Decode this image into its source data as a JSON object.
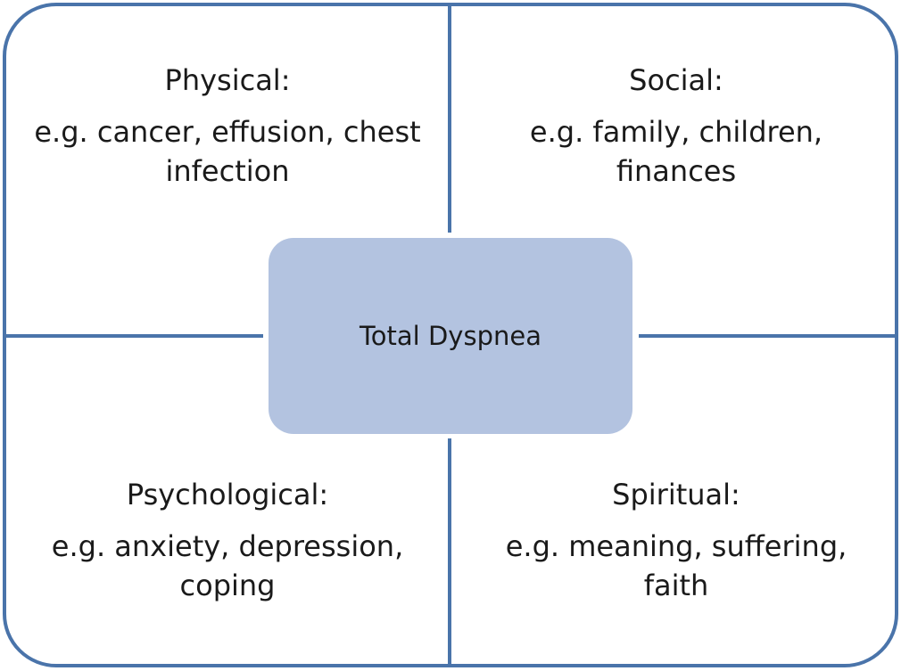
{
  "center": {
    "label": "Total Dyspnea"
  },
  "quadrants": {
    "physical": {
      "title": "Physical:",
      "examples": "e.g. cancer, effusion, chest infection"
    },
    "social": {
      "title": "Social:",
      "examples": "e.g. family, children, finances"
    },
    "psychological": {
      "title": "Psychological:",
      "examples": "e.g. anxiety, depression, coping"
    },
    "spiritual": {
      "title": "Spiritual:",
      "examples": "e.g. meaning, suffering, faith"
    }
  },
  "colors": {
    "border": "#4a74aa",
    "center_fill": "#b3c3e0"
  }
}
